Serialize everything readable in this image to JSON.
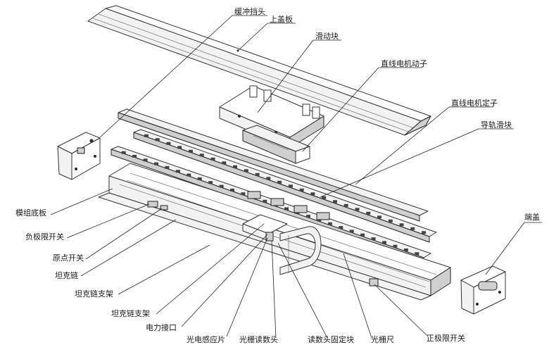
{
  "labels": {
    "buffer_stop": "缓冲挡头",
    "top_cover": "上盖板",
    "slider": "滑动块",
    "motor_mover": "直线电机动子",
    "motor_stator": "直线电机定子",
    "rail_slider": "导轨滑块",
    "end_cover": "端盖",
    "base_plate": "模组底板",
    "neg_limit": "负极限开关",
    "origin_switch": "原点开关",
    "tank_chain": "坦克链",
    "chain_bracket_1": "坦克链支架",
    "chain_bracket_2": "坦克链支架",
    "power_port": "电力接口",
    "photo_sensor": "光电感应片",
    "grating_reader": "光栅读数头",
    "reader_fix": "读数头固定块",
    "grating_scale": "光栅尺",
    "pos_limit": "正极限开关"
  }
}
